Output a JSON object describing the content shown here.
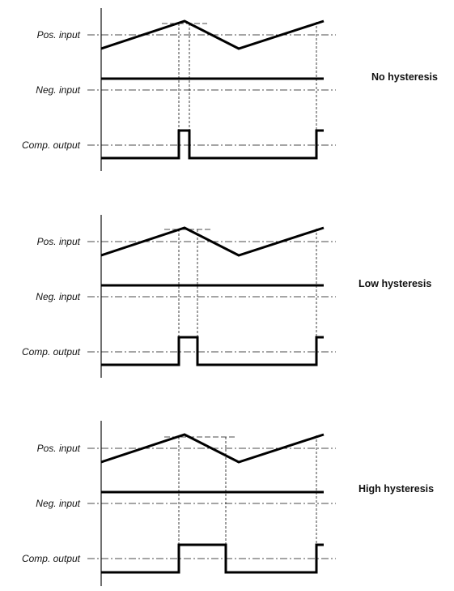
{
  "row_labels": {
    "pos": "Pos. input",
    "neg": "Neg. input",
    "out": "Comp. output"
  },
  "panels": [
    {
      "title": "No hysteresis"
    },
    {
      "title": "Low hysteresis"
    },
    {
      "title": "High hysteresis"
    }
  ],
  "colors": {
    "ink": "#000000",
    "background": "#ffffff"
  }
}
